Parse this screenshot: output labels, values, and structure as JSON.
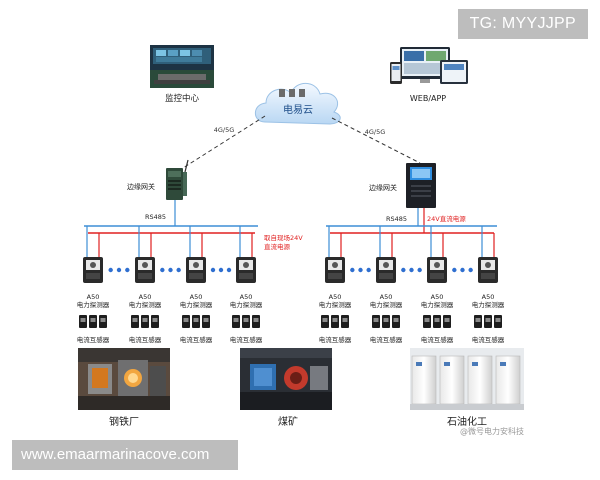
{
  "overlay": {
    "tag": "TG: MYYJJPP",
    "url": "www.emaarmarinacove.com"
  },
  "nodes": {
    "monitor_center": "监控中心",
    "web_app": "WEB/APP",
    "cloud": "电易云",
    "link_left": "4G/5G",
    "link_right": "4G/5G",
    "gateway_left": "边缘网关",
    "gateway_right": "边缘网关",
    "rs485_left": "RS485",
    "rs485_right": "RS485",
    "power_left_line1": "取自现场24V",
    "power_left_line2": "直流电源",
    "power_right": "24V直流电源"
  },
  "detector": {
    "model": "A50",
    "name": "电力探测器"
  },
  "ct_label": "电流互感器",
  "sites": {
    "steel": "钢铁厂",
    "coal": "煤矿",
    "petro": "石油化工"
  },
  "watermark": "@微号电力安科技",
  "colors": {
    "bus_blue": "#3d8ed6",
    "bus_red": "#e02020",
    "dash": "#333333",
    "dots": "#2f6fd0",
    "power_text": "#e02020"
  }
}
